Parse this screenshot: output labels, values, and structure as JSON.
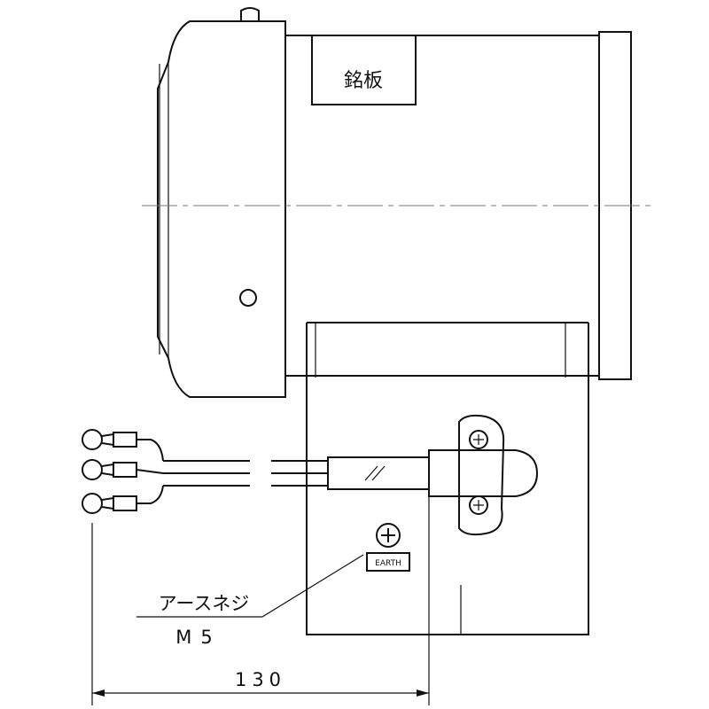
{
  "labels": {
    "nameplate": "銘板",
    "earth_screw": "アースネジ",
    "screw_size": "M5",
    "terminal_marking": "EARTH"
  },
  "dimensions": {
    "width_mm": "130"
  },
  "colors": {
    "line": "#111111",
    "centerline": "#777777",
    "background": "#ffffff"
  }
}
